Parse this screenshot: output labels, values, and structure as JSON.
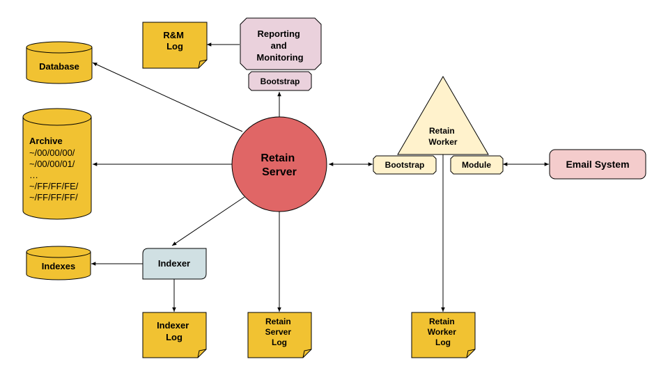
{
  "nodes": {
    "rm_log": {
      "lines": [
        "R&M",
        "Log"
      ]
    },
    "reporting": {
      "lines": [
        "Reporting",
        "and",
        "Monitoring"
      ]
    },
    "reporting_bootstrap": {
      "label": "Bootstrap"
    },
    "database": {
      "label": "Database"
    },
    "archive": {
      "title": "Archive",
      "lines": [
        "~/00/00/00/",
        "~/00/00/01/",
        "…",
        "~/FF/FF/FE/",
        "~/FF/FF/FF/"
      ]
    },
    "retain_server": {
      "lines": [
        "Retain",
        "Server"
      ]
    },
    "retain_worker": {
      "lines": [
        "Retain",
        "Worker"
      ]
    },
    "worker_bootstrap": {
      "label": "Bootstrap"
    },
    "worker_module": {
      "label": "Module"
    },
    "email_system": {
      "label": "Email System"
    },
    "indexer": {
      "label": "Indexer"
    },
    "indexes": {
      "label": "Indexes"
    },
    "indexer_log": {
      "lines": [
        "Indexer",
        "Log"
      ]
    },
    "retain_server_log": {
      "lines": [
        "Retain",
        "Server",
        "Log"
      ]
    },
    "retain_worker_log": {
      "lines": [
        "Retain",
        "Worker",
        "Log"
      ]
    }
  },
  "colors": {
    "gold": "#f1c232",
    "server": "#e06666",
    "pink": "#ead1dc",
    "cream": "#fff2cc",
    "email": "#f4cccc",
    "indexer": "#d0e0e3",
    "stroke": "#000000"
  }
}
